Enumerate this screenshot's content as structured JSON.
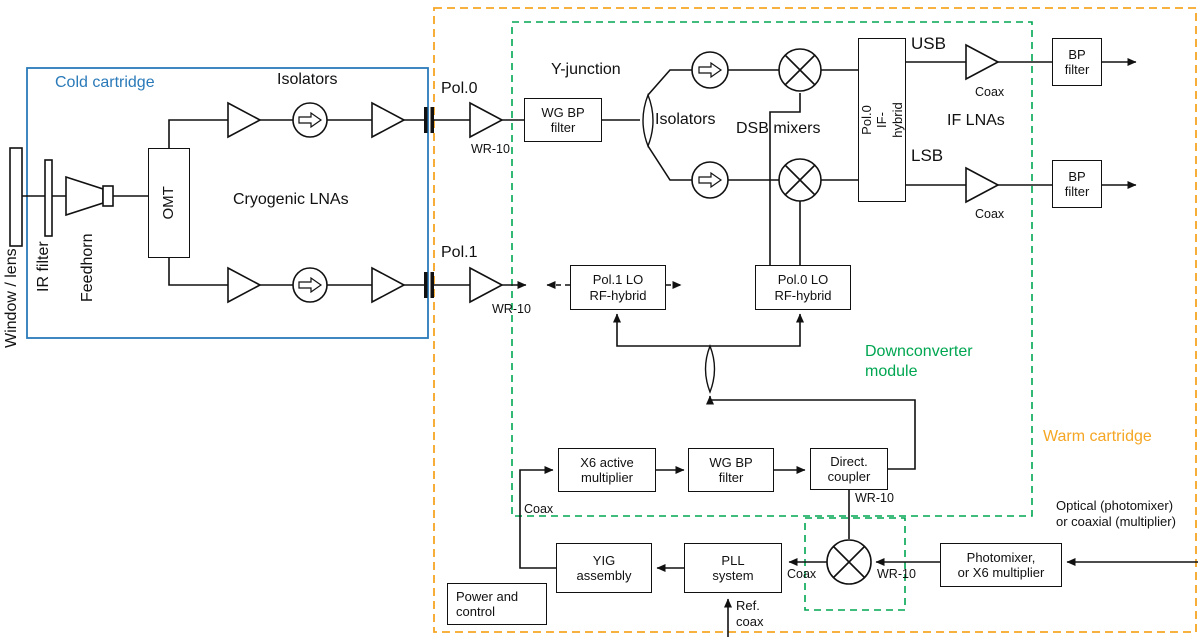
{
  "colors": {
    "cold_accent": "#2a7ab9",
    "warm_accent": "#f5a623",
    "module_accent": "#00a651",
    "line": "#111111"
  },
  "regions": {
    "cold": {
      "label": "Cold cartridge"
    },
    "warm": {
      "label": "Warm cartridge"
    },
    "downconverter": {
      "label": "Downconverter\nmodule"
    }
  },
  "optics": {
    "window_label": "Window / lens",
    "ir_filter_label": "IR filter",
    "feedhorn_label": "Feedhorn"
  },
  "cold_chain": {
    "omt": "OMT",
    "isolators_label": "Isolators",
    "lnas_label": "Cryogenic LNAs"
  },
  "outputs": {
    "pol0": {
      "label": "Pol.0",
      "waveguide": "WR-10"
    },
    "pol1": {
      "label": "Pol.1",
      "waveguide": "WR-10"
    }
  },
  "rf_section": {
    "wg_bp_filter": "WG BP\nfilter",
    "y_junction_label": "Y-junction",
    "isolators_label": "Isolators",
    "dsb_mixers_label": "DSB mixers",
    "if_hybrid": "Pol.0\nIF-hybrid",
    "usb_label": "USB",
    "lsb_label": "LSB",
    "if_lnas_label": "IF LNAs",
    "usb_coax": "Coax",
    "lsb_coax": "Coax",
    "usb_bp_filter": "BP\nfilter",
    "lsb_bp_filter": "BP\nfilter"
  },
  "lo_section": {
    "pol1_hybrid": "Pol.1 LO\nRF-hybrid",
    "pol0_hybrid": "Pol.0 LO\nRF-hybrid",
    "x6_multiplier": "X6 active\nmultiplier",
    "wg_bp_filter": "WG BP\nfilter",
    "direct_coupler": "Direct.\ncoupler",
    "coupler_waveguide": "WR-10",
    "yig": "YIG\nassembly",
    "pll": "PLL\nsystem",
    "yig_coax": "Coax",
    "pll_coax": "Coax",
    "photomixer": "Photomixer,\nor X6 multiplier",
    "photomixer_waveguide": "WR-10",
    "ref_input": "Ref.\ncoax",
    "lo_input_note": "Optical (photomixer)\nor coaxial (multiplier)"
  },
  "misc": {
    "power_control": "Power and\ncontrol"
  }
}
